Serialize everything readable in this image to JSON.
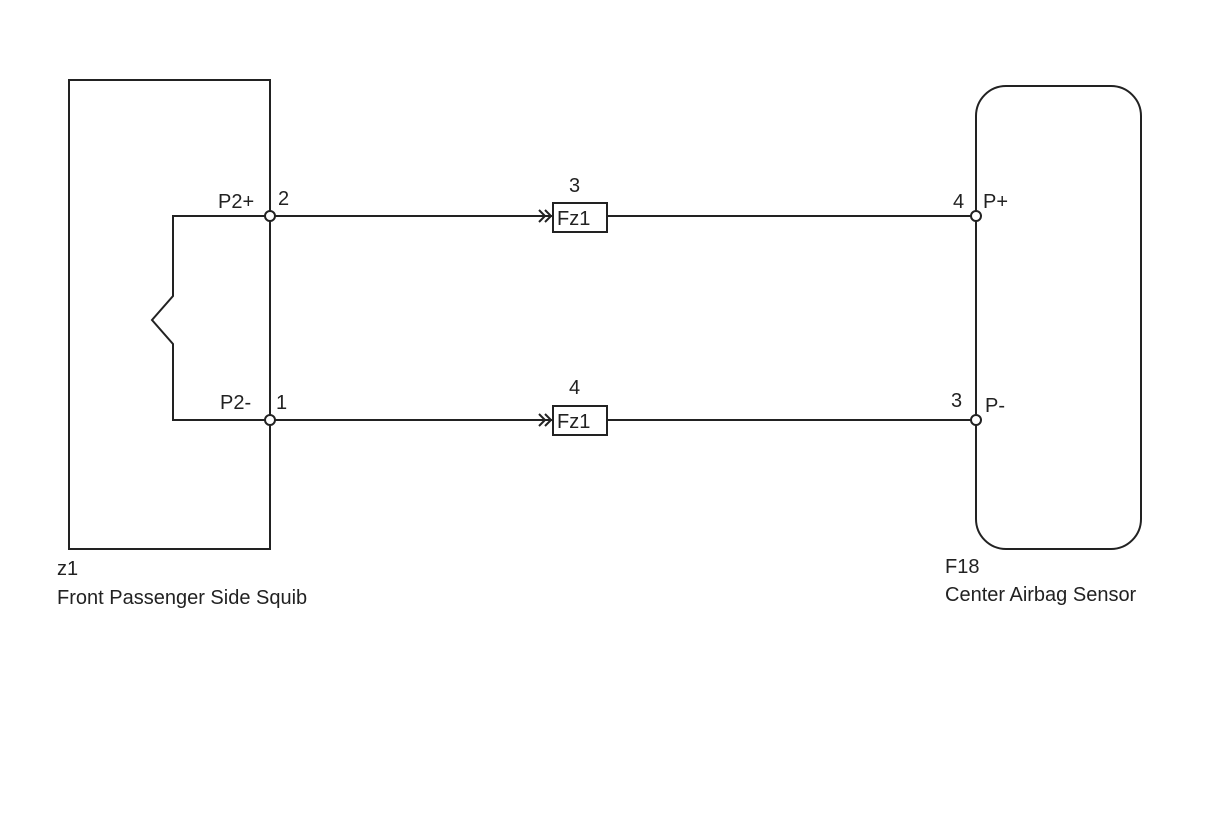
{
  "components": {
    "squib": {
      "code": "z1",
      "name": "Front Passenger Side Squib",
      "terminals": [
        {
          "label": "P2+",
          "pin": "2"
        },
        {
          "label": "P2-",
          "pin": "1"
        }
      ]
    },
    "sensor": {
      "code": "F18",
      "name": "Center Airbag Sensor",
      "terminals": [
        {
          "label": "P+",
          "pin": "4"
        },
        {
          "label": "P-",
          "pin": "3"
        }
      ]
    }
  },
  "connectors": [
    {
      "name": "Fz1",
      "pin": "3"
    },
    {
      "name": "Fz1",
      "pin": "4"
    }
  ]
}
